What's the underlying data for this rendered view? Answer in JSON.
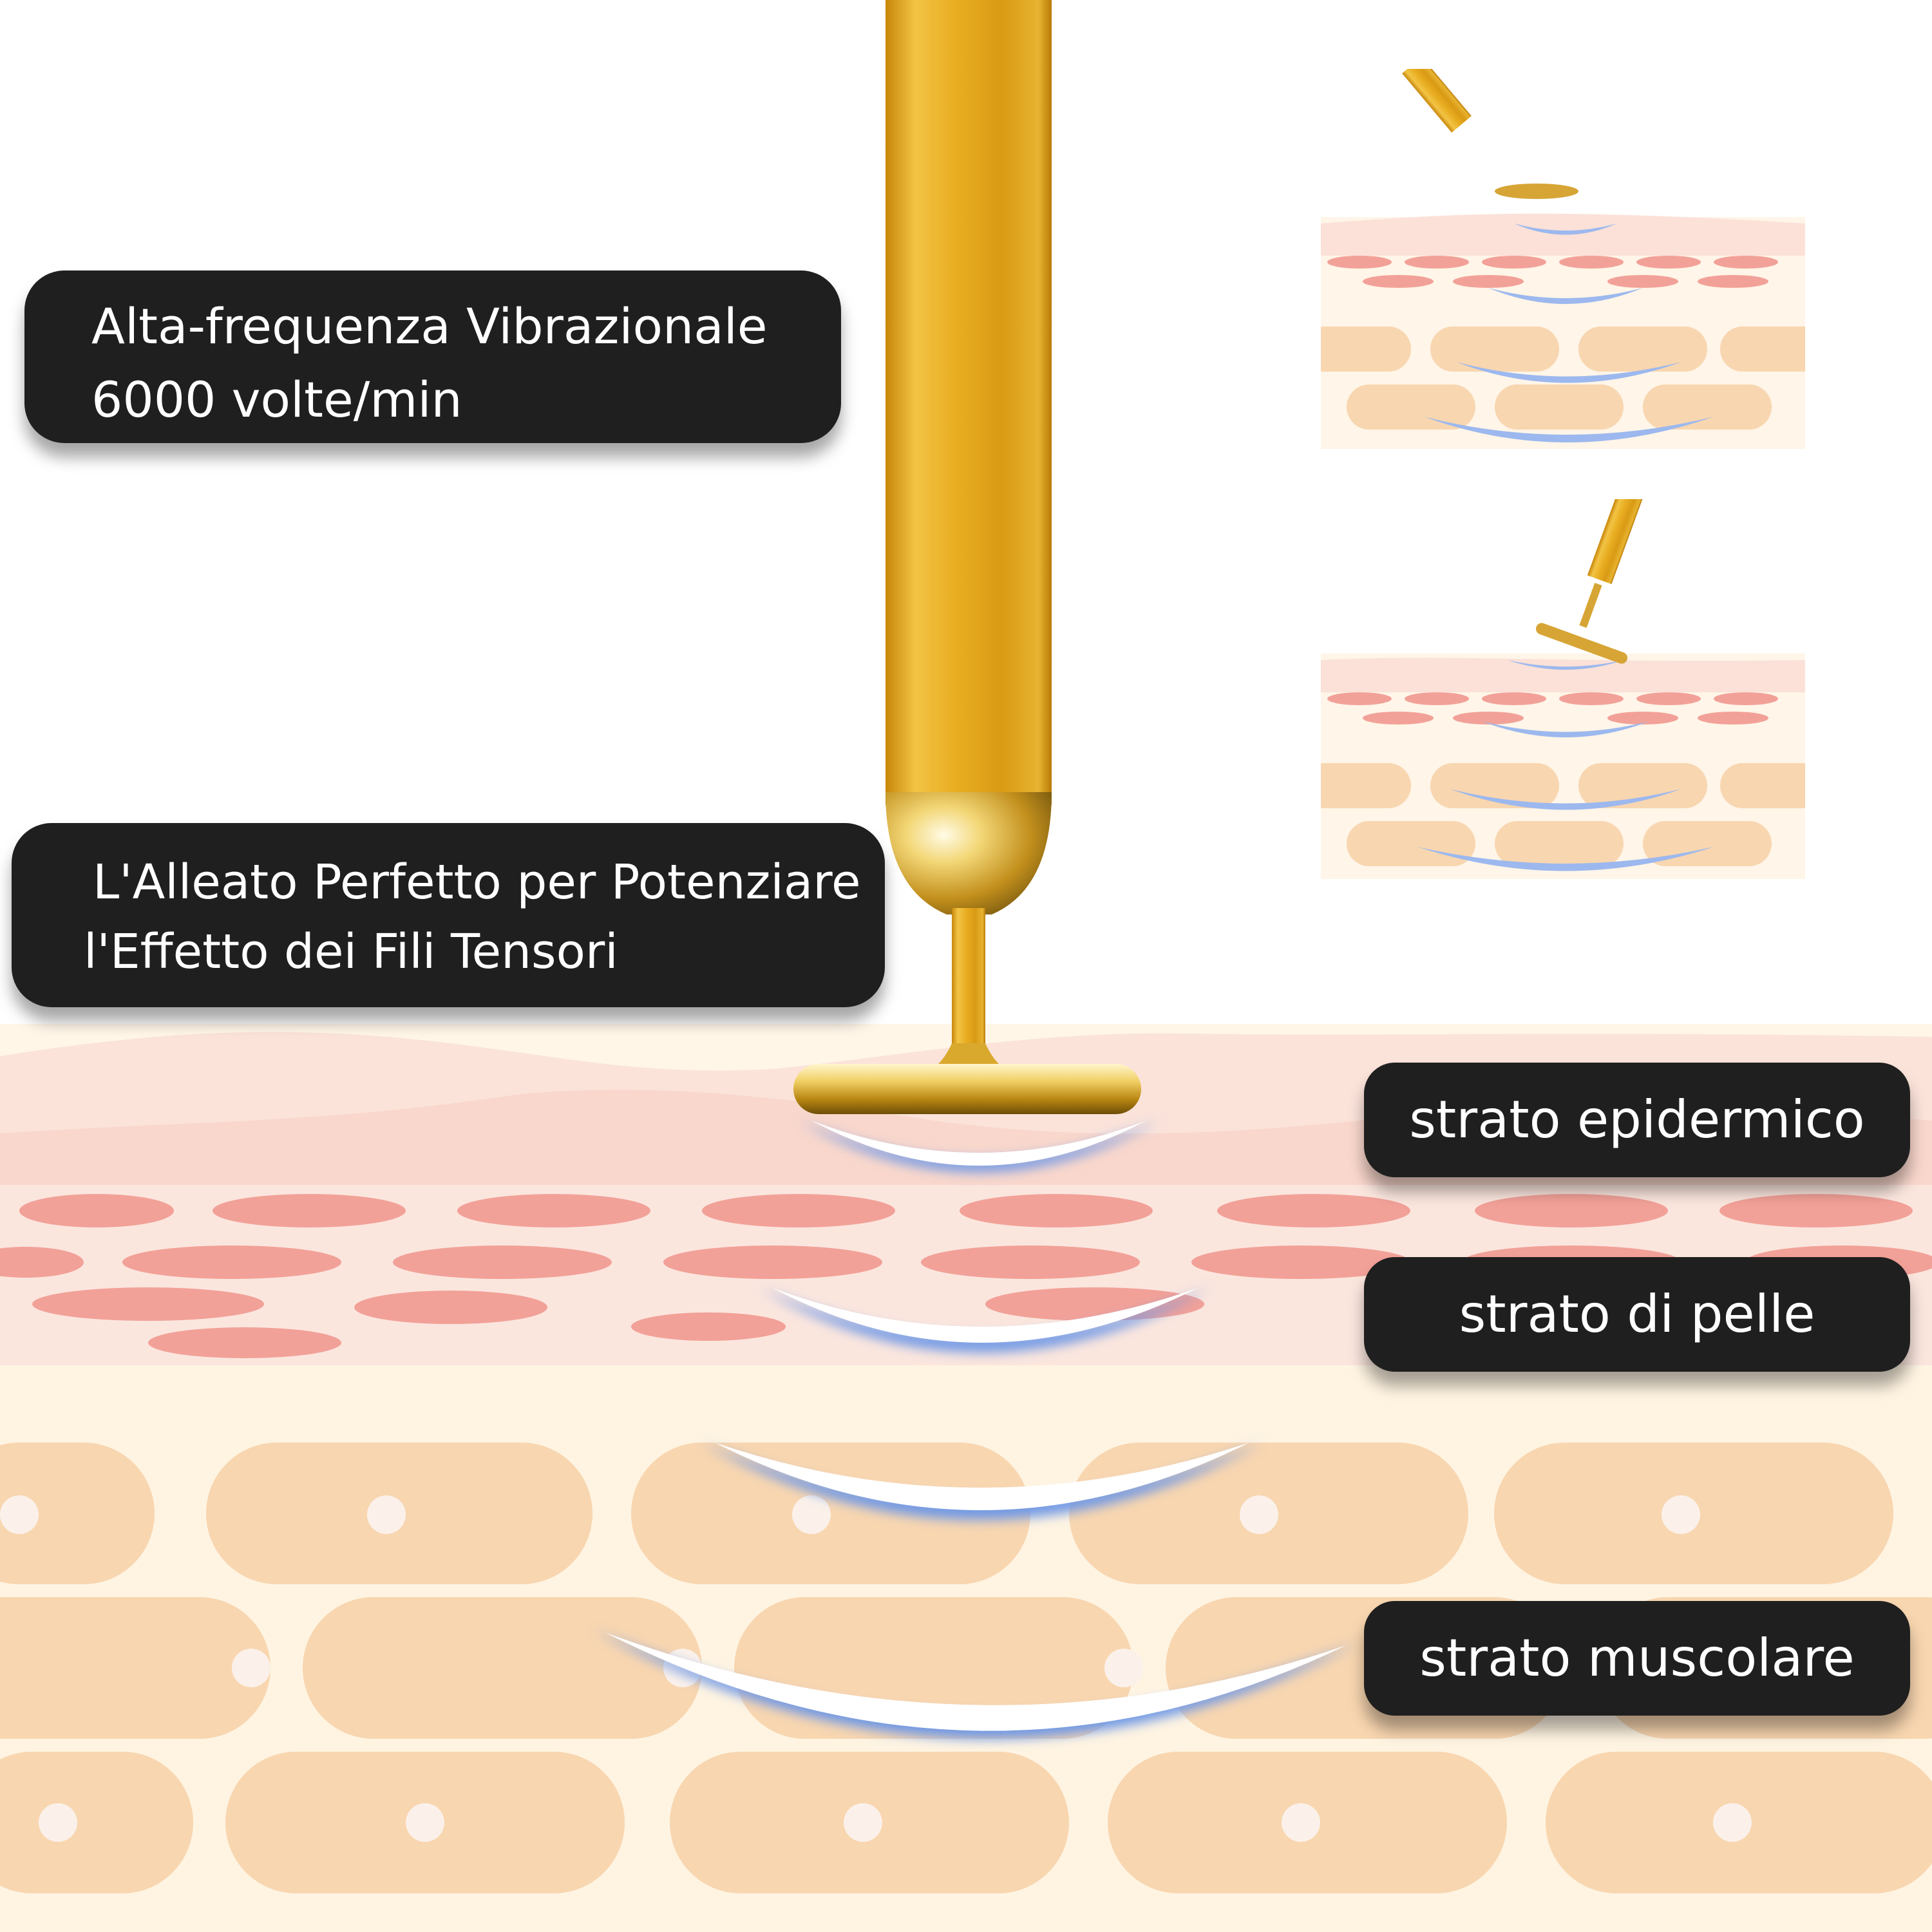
{
  "labels": {
    "frequency_line1": "Alta-frequenza Vibrazionale",
    "frequency_line2": "6000 volte/min",
    "alleato_line1": "L'Alleato Perfetto per Potenziare",
    "alleato_line2": "l'Effetto dei Fili Tensori"
  },
  "layers": {
    "epidermal": "strato epidermico",
    "skin": "strato di pelle",
    "muscle": "strato muscolare"
  },
  "colors": {
    "label_background": "#1f1f1f",
    "label_text": "#ffffff",
    "gold": "#e2a81c",
    "skin_surface": "#fbe3da",
    "skin_cells": "#f0a49a",
    "fat_cells": "#f8d9b6",
    "wave_glow": "#6e98e6"
  },
  "icons": {
    "device": "gold-t-bar-facial-massager",
    "thumbnail_1": "massager-round-head-on-skin",
    "thumbnail_2": "massager-t-bar-head-on-skin"
  }
}
